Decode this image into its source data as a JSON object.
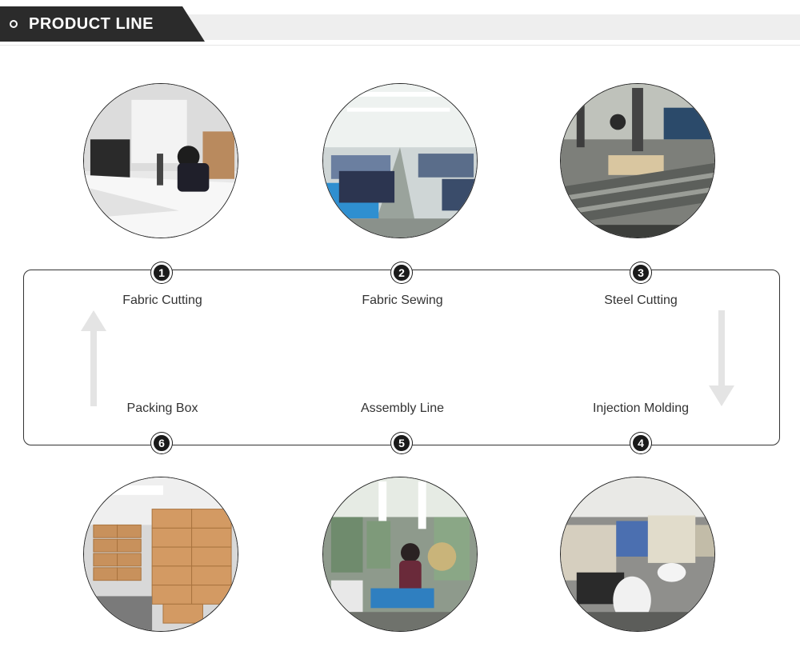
{
  "header": {
    "title": "PRODUCT LINE"
  },
  "steps": [
    {
      "number": "1",
      "label": "Fabric Cutting"
    },
    {
      "number": "2",
      "label": "Fabric Sewing"
    },
    {
      "number": "3",
      "label": "Steel Cutting"
    },
    {
      "number": "4",
      "label": "Injection Molding"
    },
    {
      "number": "5",
      "label": "Assembly Line"
    },
    {
      "number": "6",
      "label": "Packing Box"
    }
  ],
  "colors": {
    "banner_dark": "#2b2b2b",
    "banner_light": "#eeeeee",
    "badge": "#1a1a1a",
    "frame_border": "#333333",
    "arrow": "#e4e4e4"
  }
}
